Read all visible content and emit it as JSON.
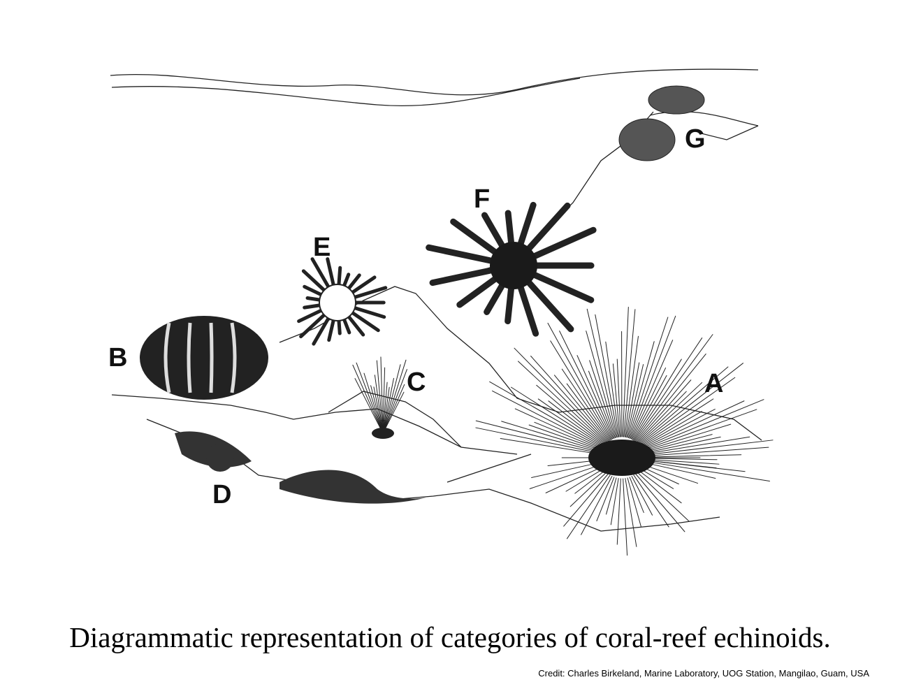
{
  "labels": {
    "A": "A",
    "B": "B",
    "C": "C",
    "D": "D",
    "E": "E",
    "F": "F",
    "G": "G"
  },
  "caption": "Diagrammatic representation of categories of coral-reef echinoids.",
  "credit": "Credit: Charles Birkeland, Marine Laboratory,  UOG Station, Mangilao, Guam, USA"
}
